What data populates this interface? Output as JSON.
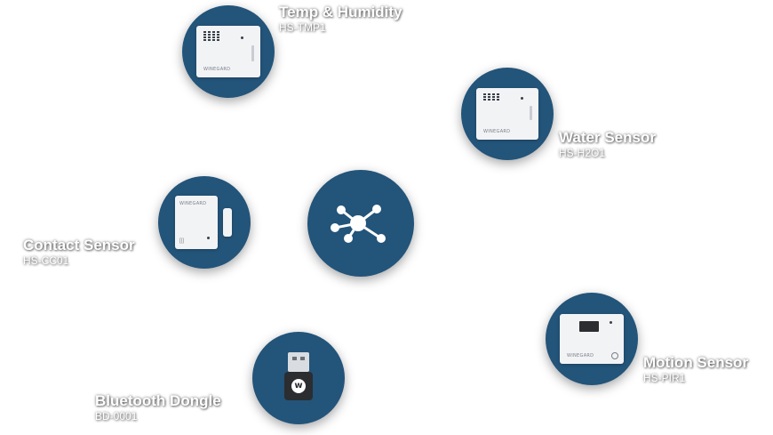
{
  "hub": {
    "icon": "network-hub-icon"
  },
  "devices": [
    {
      "title": "Temp & Humidity",
      "sku": "HS-TMP1",
      "brand": "WINEGARD"
    },
    {
      "title": "Water Sensor",
      "sku": "HS-H2O1",
      "brand": "WINEGARD"
    },
    {
      "title": "Contact Sensor",
      "sku": "HS-CC01",
      "brand": "WINEGARD"
    },
    {
      "title": "Bluetooth Dongle",
      "sku": "BD-0001"
    },
    {
      "title": "Motion Sensor",
      "sku": "HS-PIR1",
      "brand": "WINEGARD"
    }
  ],
  "colors": {
    "node": "#23547a",
    "label": "#ffffff"
  }
}
